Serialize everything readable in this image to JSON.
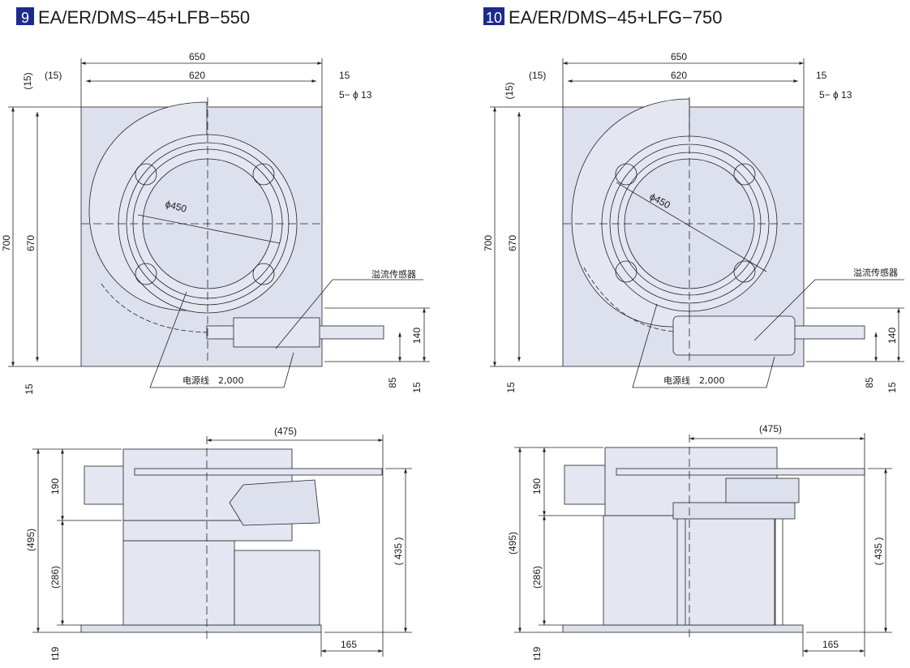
{
  "colors": {
    "plate": "#dde1ee",
    "body": "#e4e7f1",
    "line": "#222222",
    "badge": "#1d2a8c"
  },
  "views": [
    {
      "num": "9",
      "title": "EA/ER/DMS−45+LFB−550",
      "top": {
        "w650": "650",
        "w620": "620",
        "p15a": "(15)",
        "p15b": "15",
        "holes": "5− ϕ 13",
        "h700": "700",
        "h670": "670",
        "hp15": "(15)",
        "hb15": "15",
        "r140": "140",
        "r85": "85",
        "r15": "15",
        "dia": "ϕ450",
        "overflow": "溢流传感器",
        "cable": "电源线　2,000"
      },
      "side": {
        "d475": "(475)",
        "d190": "190",
        "d495": "(495)",
        "d286": "(286)",
        "d435": "( 435 )",
        "t19": "t19",
        "d165": "165"
      }
    },
    {
      "num": "10",
      "title": "EA/ER/DMS−45+LFG−750",
      "top": {
        "w650": "650",
        "w620": "620",
        "p15a": "(15)",
        "p15b": "15",
        "holes": "5− ϕ 13",
        "h700": "700",
        "h670": "670",
        "hp15": "(15)",
        "hb15": "15",
        "r140": "140",
        "r85": "85",
        "r15": "15",
        "dia": "ϕ450",
        "overflow": "溢流传感器",
        "cable": "电源线　2,000"
      },
      "side": {
        "d475": "(475)",
        "d190": "190",
        "d495": "(495)",
        "d286": "(286)",
        "d435": "( 435 )",
        "t19": "t19",
        "d165": "165"
      }
    }
  ]
}
